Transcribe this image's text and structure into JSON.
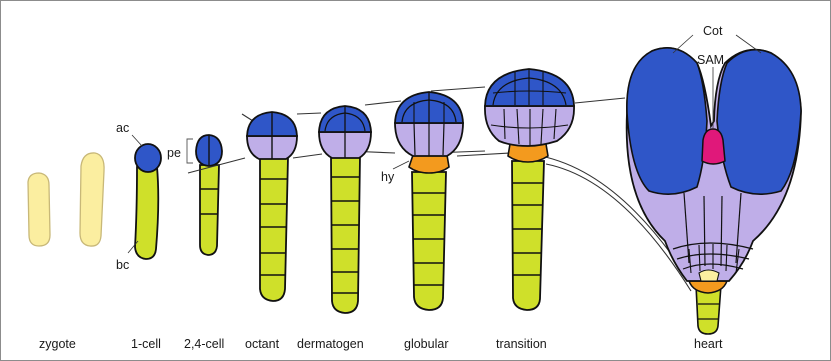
{
  "diagram": {
    "stages": [
      {
        "id": "zygote",
        "label": "zygote"
      },
      {
        "id": "1-cell",
        "label": "1-cell"
      },
      {
        "id": "24-cell",
        "label": "2,4-cell"
      },
      {
        "id": "octant",
        "label": "octant"
      },
      {
        "id": "dermatogen",
        "label": "dermatogen"
      },
      {
        "id": "globular",
        "label": "globular"
      },
      {
        "id": "transition",
        "label": "transition"
      },
      {
        "id": "heart",
        "label": "heart"
      }
    ],
    "part_labels": {
      "ac": "ac",
      "bc": "bc",
      "pe": "pe",
      "hy": "hy",
      "cot": "Cot",
      "sam": "SAM"
    },
    "colors": {
      "zygote": "#fbeea0",
      "suspensor": "#cfe02a",
      "apical_dark": "#2f56c8",
      "apical_light": "#bfaee8",
      "hypophysis": "#f39a1e",
      "sam": "#e0187a",
      "outline": "#111111",
      "frame": "#8c8c8c"
    }
  }
}
